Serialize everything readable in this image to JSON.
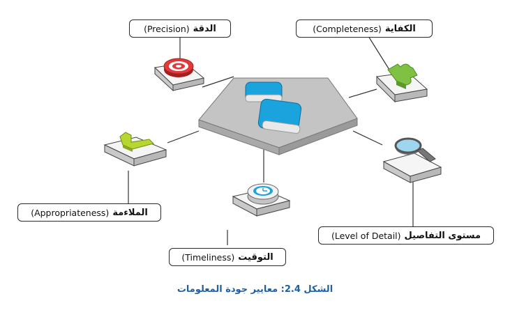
{
  "criteria": {
    "precision": {
      "ar": "الدقة",
      "en": "(Precision)"
    },
    "completeness": {
      "ar": "الكفاية",
      "en": "(Completeness)"
    },
    "appropriateness": {
      "ar": "الملاءمة",
      "en": "(Appropriateness)"
    },
    "timeliness": {
      "ar": "التوقيت",
      "en": "(Timeliness)"
    },
    "detail": {
      "ar": "مستوى التفاصيل",
      "en": "(Level of Detail)"
    }
  },
  "caption": "الشكل 2.4: معايير جودة المعلومات",
  "colors": {
    "hub_top": "#c4c4c4",
    "hub_side": "#a9a9a9",
    "tile_top": "#f5f5f5",
    "tile_side": "#c9c9c9",
    "blue": "#1aa3dc",
    "red": "#e23a3a",
    "green": "#7fc142",
    "caption": "#1f5fa8"
  },
  "icons": [
    "target-icon",
    "puzzle-icon",
    "magnifier-icon",
    "clock-icon",
    "ruler-icon",
    "blue-blocks-icon"
  ]
}
